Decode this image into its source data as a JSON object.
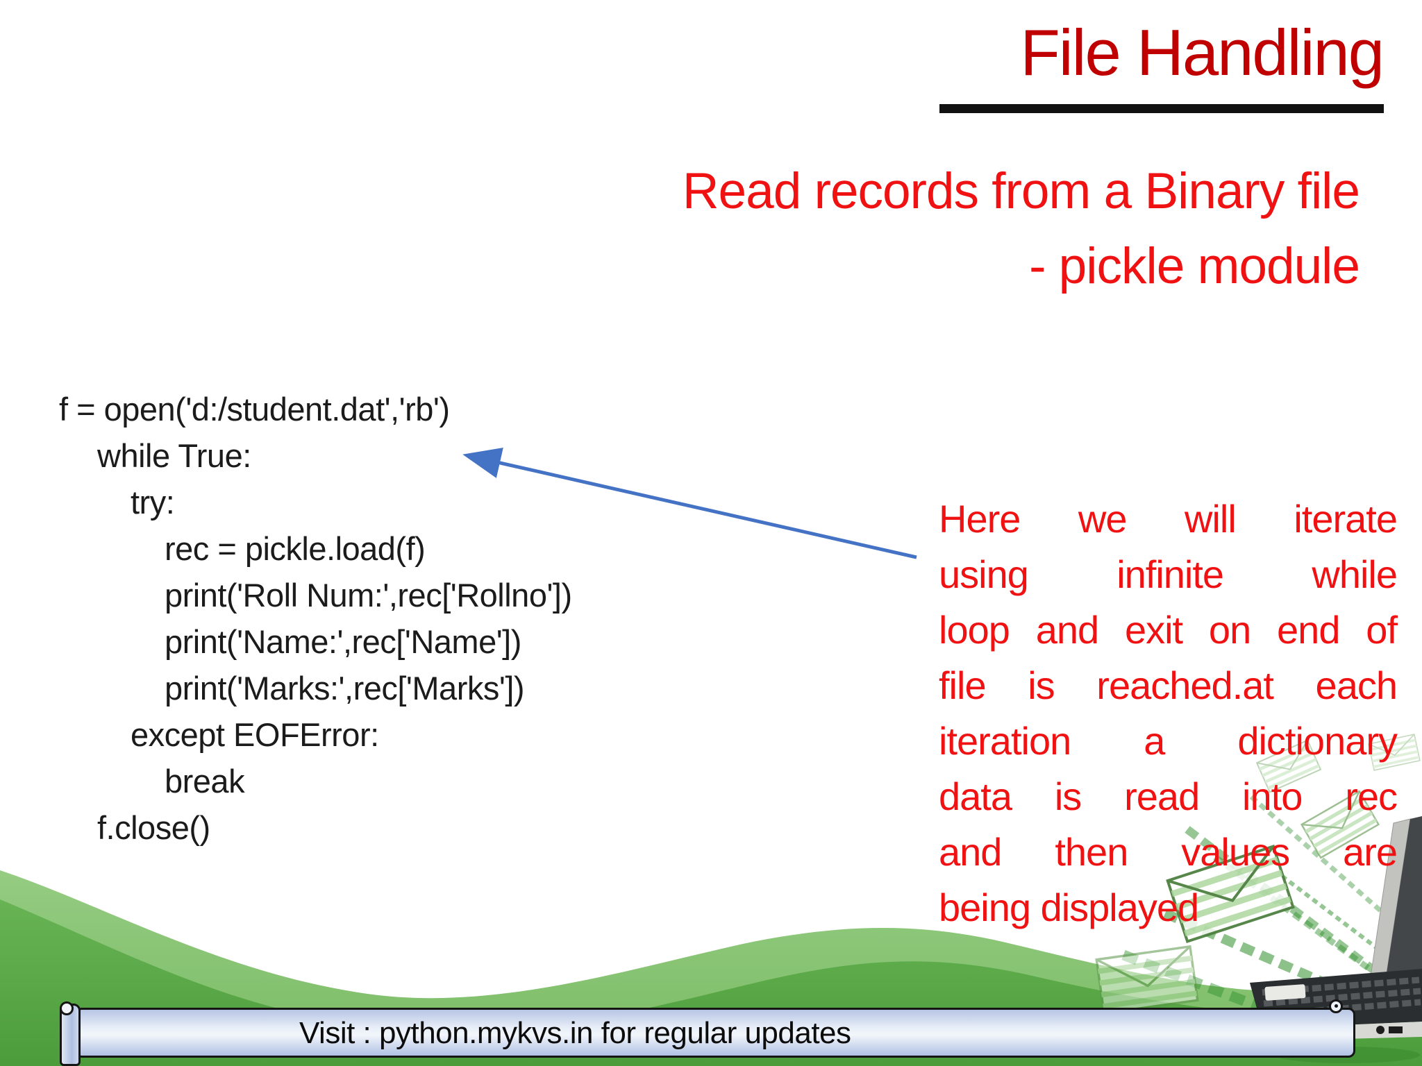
{
  "slide": {
    "title": "File Handling",
    "subtitle": {
      "line1": "Read records from a Binary file",
      "line2": "- pickle module"
    },
    "code": {
      "lines": [
        "f = open('d:/student.dat','rb')",
        "while True:",
        "try:",
        "rec = pickle.load(f)",
        "print('Roll Num:',rec['Rollno'])",
        "print('Name:',rec['Name'])",
        "print('Marks:',rec['Marks'])",
        "except EOFError:",
        "break",
        "f.close()"
      ]
    },
    "annotation": {
      "lines": [
        "Here we will iterate",
        "using infinite while",
        "loop and exit on end of",
        "file is reached.at each",
        "iteration a dictionary",
        "data is read into rec",
        "and then values are",
        "being displayed"
      ]
    },
    "footer": {
      "text": "Visit : python.mykvs.in for regular updates"
    },
    "colors": {
      "title_red": "#c00000",
      "body_red": "#f01212",
      "code_black": "#1b1b1b",
      "arrow_blue": "#4472c4",
      "wave_light_green": "#8dc77b",
      "wave_dark_green": "#55a845",
      "banner_blue_top": "#b7c5e5",
      "banner_blue_mid": "#eef3fa",
      "banner_blue_bottom": "#b0c1e4",
      "banner_border": "#151515"
    }
  }
}
